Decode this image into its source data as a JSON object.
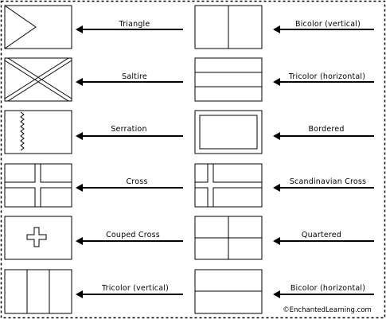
{
  "title": "",
  "labels": {
    "triangle": "Triangle",
    "saltire": "Saltire",
    "serration": "Serration",
    "cross": "Cross",
    "couped_cross": "Couped Cross",
    "tricolor_vertical": "Tricolor (vertical)",
    "bicolor_vertical": "Bicolor (vertical)",
    "tricolor_horizontal": "Tricolor (horizontal)",
    "bordered": "Bordered",
    "scandinavian_cross": "Scandinavian Cross",
    "quartered": "Quartered",
    "bicolor_horizontal": "Bicolor (horizontal)"
  },
  "copyright": "©EnchantedLearning.com",
  "colors": {
    "line": "#000000",
    "background": "#ffffff"
  }
}
